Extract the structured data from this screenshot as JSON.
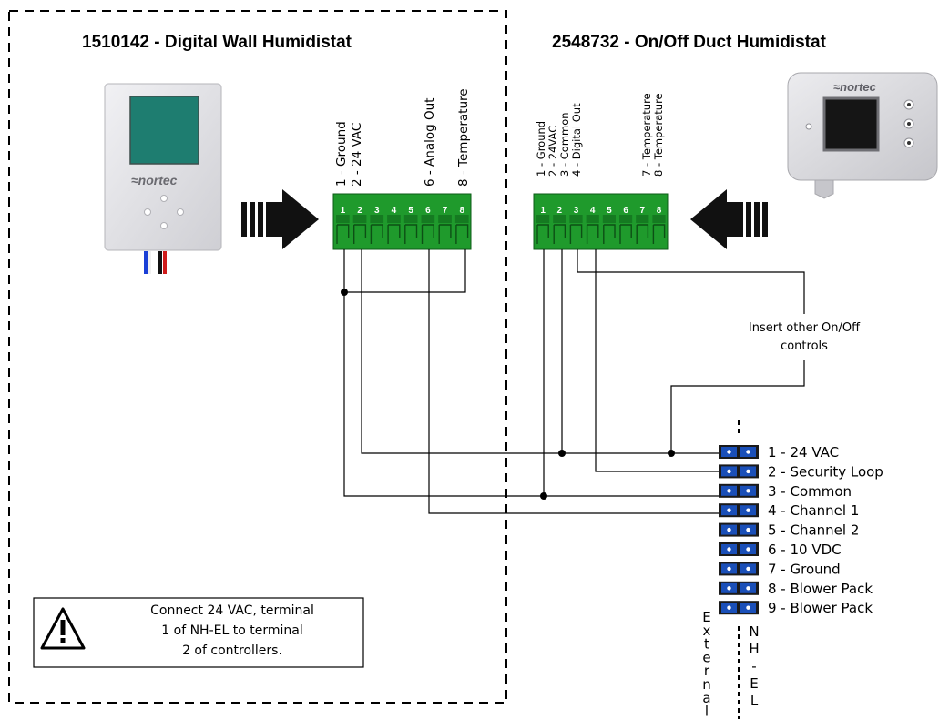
{
  "wall_humidistat": {
    "title": "1510142 - Digital Wall Humidistat",
    "brand": "≈nortec",
    "terminal_labels": [
      "1 - Ground",
      "2 - 24 VAC",
      "6 - Analog Out",
      "8 - Temperature"
    ],
    "terminal_numbers": [
      "1",
      "2",
      "3",
      "4",
      "5",
      "6",
      "7",
      "8"
    ]
  },
  "duct_humidistat": {
    "title": "2548732 - On/Off Duct Humidistat",
    "brand": "≈nortec",
    "terminal_labels": [
      "1 - Ground",
      "2 - 24VAC",
      "3 - Common",
      "4 - Digital Out",
      "7 - Temperature",
      "8 - Temperature"
    ],
    "terminal_numbers": [
      "1",
      "2",
      "3",
      "4",
      "5",
      "6",
      "7",
      "8"
    ]
  },
  "insert_note": {
    "line1": "Insert other On/Off",
    "line2": "controls"
  },
  "nh_el_strip": {
    "terminals": [
      "1 - 24 VAC",
      "2 - Security Loop",
      "3 - Common",
      "4 - Channel 1",
      "5 - Channel 2",
      "6 - 10 VDC",
      "7 - Ground",
      "8 - Blower Pack",
      "9 - Blower Pack"
    ],
    "left_label": "External",
    "right_label": "NH-EL"
  },
  "warning": {
    "line1": "Connect 24 VAC, terminal",
    "line2": "1 of NH-EL to terminal",
    "line3": "2 of controllers."
  },
  "colors": {
    "terminal_green": "#1f9a2c",
    "terminal_dark_green": "#13711d",
    "strip_blue": "#1a4fb8",
    "wire": "#000000",
    "device_gray": "#e2e2e6",
    "screen_teal": "#1e7d70"
  }
}
